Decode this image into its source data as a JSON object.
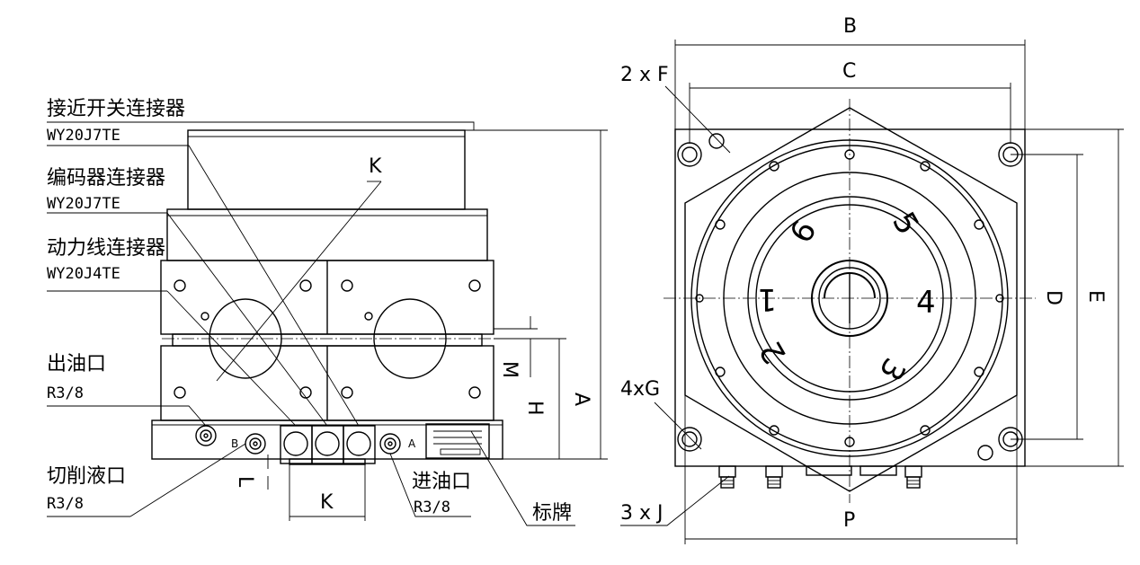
{
  "labels": {
    "proximity_connector": "接近开关连接器",
    "proximity_code": "WY20J7TE",
    "encoder_connector": "编码器连接器",
    "encoder_code": "WY20J7TE",
    "power_connector": "动力线连接器",
    "power_code": "WY20J4TE",
    "oil_outlet": "出油口",
    "oil_outlet_size": "R3/8",
    "coolant_port": "切削液口",
    "coolant_port_size": "R3/8",
    "oil_inlet": "进油口",
    "oil_inlet_size": "R3/8",
    "nameplate": "标牌"
  },
  "dimensions": {
    "K_top": "K",
    "K_bottom": "K",
    "L": "L",
    "M": "M",
    "H": "H",
    "A": "A",
    "B": "B",
    "C": "C",
    "D": "D",
    "E": "E",
    "P": "P",
    "F": "2 x F",
    "G": "4xG",
    "J": "3 x J"
  },
  "port_letters": {
    "b": "B",
    "a": "A"
  },
  "positions": [
    "1",
    "2",
    "3",
    "4",
    "5",
    "6"
  ]
}
